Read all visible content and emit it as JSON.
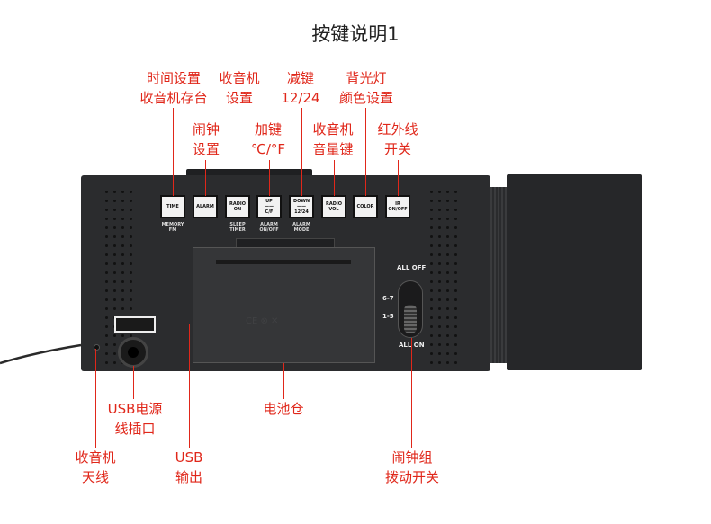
{
  "title": "按键说明1",
  "labels": {
    "time": "时间设置\n收音机存台",
    "radio_set": "收音机\n设置",
    "minus": "减键\n12/24",
    "backlight": "背光灯\n颜色设置",
    "alarm_set": "闹钟\n设置",
    "plus": "加键\n℃/°F",
    "radio_vol": "收音机\n音量键",
    "ir_switch": "红外线\n开关",
    "usb_power": "USB电源\n线插口",
    "battery": "电池仓",
    "antenna": "收音机\n天线",
    "usb_out": "USB\n输出",
    "alarm_switch": "闹钟组\n拨动开关"
  },
  "buttons": [
    {
      "text": "TIME",
      "sub": "MEMORY\nFM"
    },
    {
      "text": "ALARM",
      "sub": ""
    },
    {
      "text": "RADIO\nON",
      "sub": "SLEEP\nTIMER"
    },
    {
      "text": "UP\n——\nC/F",
      "sub": "ALARM\nON/OFF"
    },
    {
      "text": "DOWN\n——\n12/24",
      "sub": "ALARM\nMODE"
    },
    {
      "text": "RADIO\nVOL",
      "sub": ""
    },
    {
      "text": "COLOR",
      "sub": ""
    },
    {
      "text": "IR\nON/OFF",
      "sub": ""
    }
  ],
  "switch": {
    "top": "ALL OFF",
    "mid1": "6-7",
    "mid2": "1-5",
    "bottom": "ALL ON"
  },
  "accent_color": "#e0271a"
}
